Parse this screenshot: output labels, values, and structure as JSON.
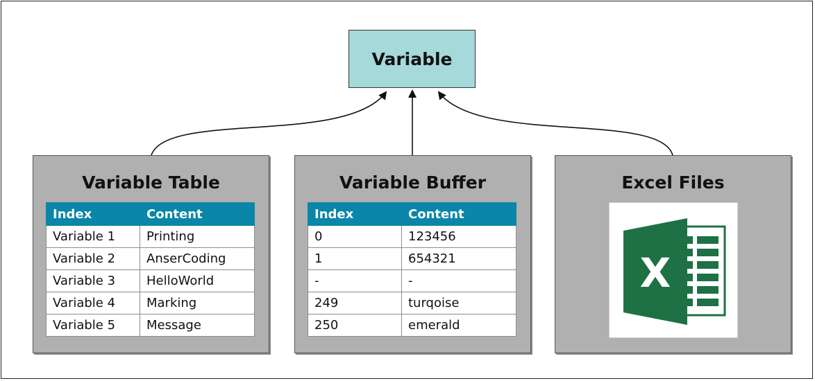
{
  "diagram": {
    "top_node": {
      "label": "Variable"
    },
    "panels": [
      {
        "title": "Variable Table",
        "headers": [
          "Index",
          "Content"
        ],
        "rows": [
          [
            "Variable 1",
            "Printing"
          ],
          [
            "Variable 2",
            "AnserCoding"
          ],
          [
            "Variable 3",
            "HelloWorld"
          ],
          [
            "Variable 4",
            "Marking"
          ],
          [
            "Variable 5",
            "Message"
          ]
        ]
      },
      {
        "title": "Variable Buffer",
        "headers": [
          "Index",
          "Content"
        ],
        "rows": [
          [
            "0",
            "123456"
          ],
          [
            "1",
            "654321"
          ],
          [
            "-",
            "-"
          ],
          [
            "249",
            "turqoise"
          ],
          [
            "250",
            "emerald"
          ]
        ]
      },
      {
        "title": "Excel Files",
        "icon": "excel-icon",
        "icon_letter": "X"
      }
    ],
    "colors": {
      "top_node_fill": "#a6d9d9",
      "panel_fill": "#b0b0b0",
      "table_header_fill": "#0a86a8",
      "excel_green": "#1e7145"
    }
  }
}
